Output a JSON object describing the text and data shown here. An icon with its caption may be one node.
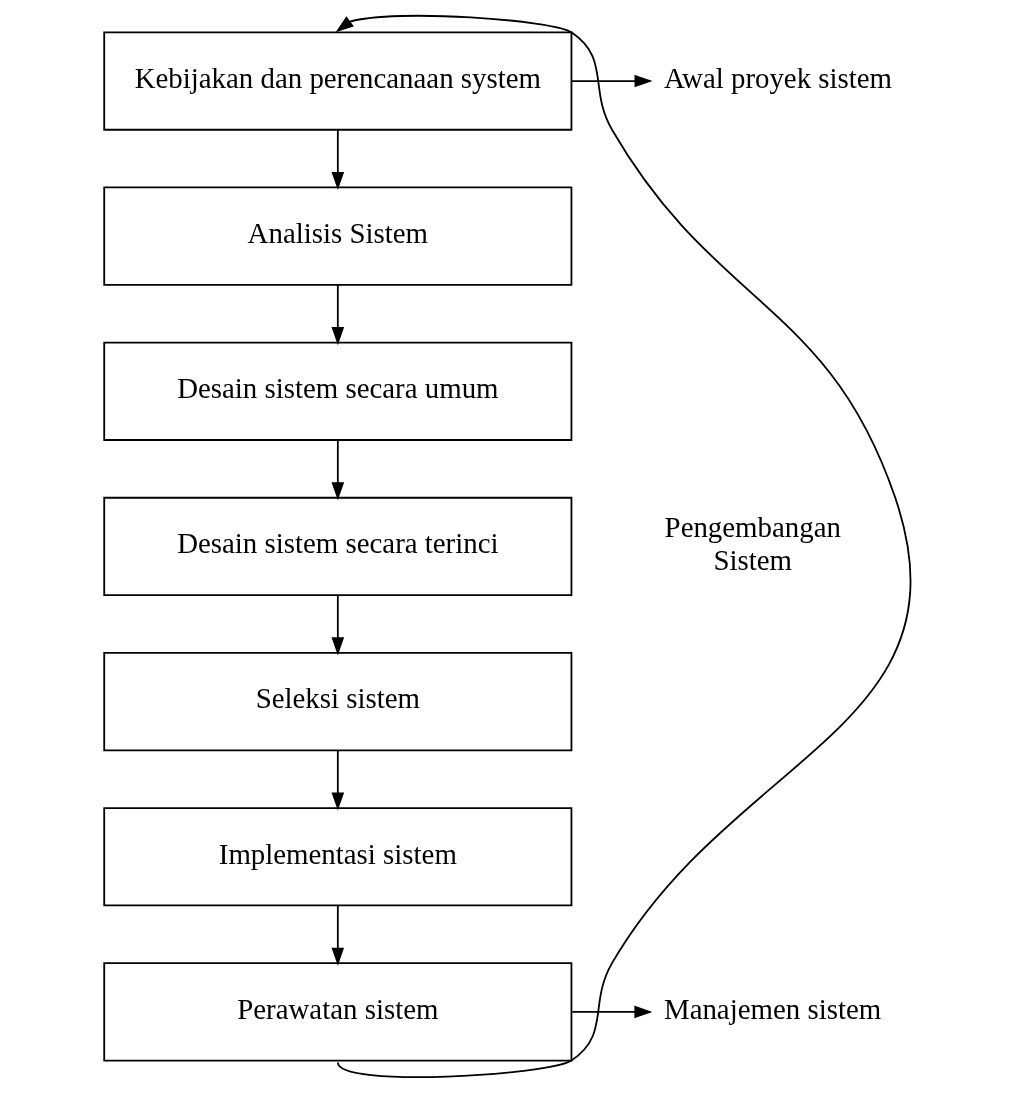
{
  "diagram": {
    "nodes": [
      {
        "text": [
          "Kebijakan dan perencanaan system"
        ]
      },
      {
        "text": [
          "Analisis Sistem"
        ]
      },
      {
        "text": [
          "Desain sistem secara umum"
        ]
      },
      {
        "text": [
          "Desain sistem secara terinci"
        ]
      },
      {
        "text": [
          "Seleksi sistem"
        ]
      },
      {
        "text": [
          "Implementasi sistem"
        ]
      },
      {
        "text": [
          "Perawatan sistem"
        ]
      },
      {
        "text": [
          "Awal proyek sistem"
        ]
      },
      {
        "text": [
          "Manajemen sistem"
        ]
      }
    ],
    "edges": [
      {
        "from": 0,
        "to": 1,
        "arrow": "to"
      },
      {
        "from": 1,
        "to": 2,
        "arrow": "to"
      },
      {
        "from": 2,
        "to": 3,
        "arrow": "to"
      },
      {
        "from": 3,
        "to": 4,
        "arrow": "to"
      },
      {
        "from": 4,
        "to": 5,
        "arrow": "to"
      },
      {
        "from": 5,
        "to": 6,
        "arrow": "to"
      },
      {
        "from": 6,
        "to": 0,
        "arrow": "to"
      },
      {
        "from": 0,
        "to": 7,
        "arrow": "to"
      },
      {
        "from": 6,
        "to": 8,
        "arrow": "to"
      }
    ],
    "labels": [
      "Pengembangan Sistem"
    ]
  }
}
